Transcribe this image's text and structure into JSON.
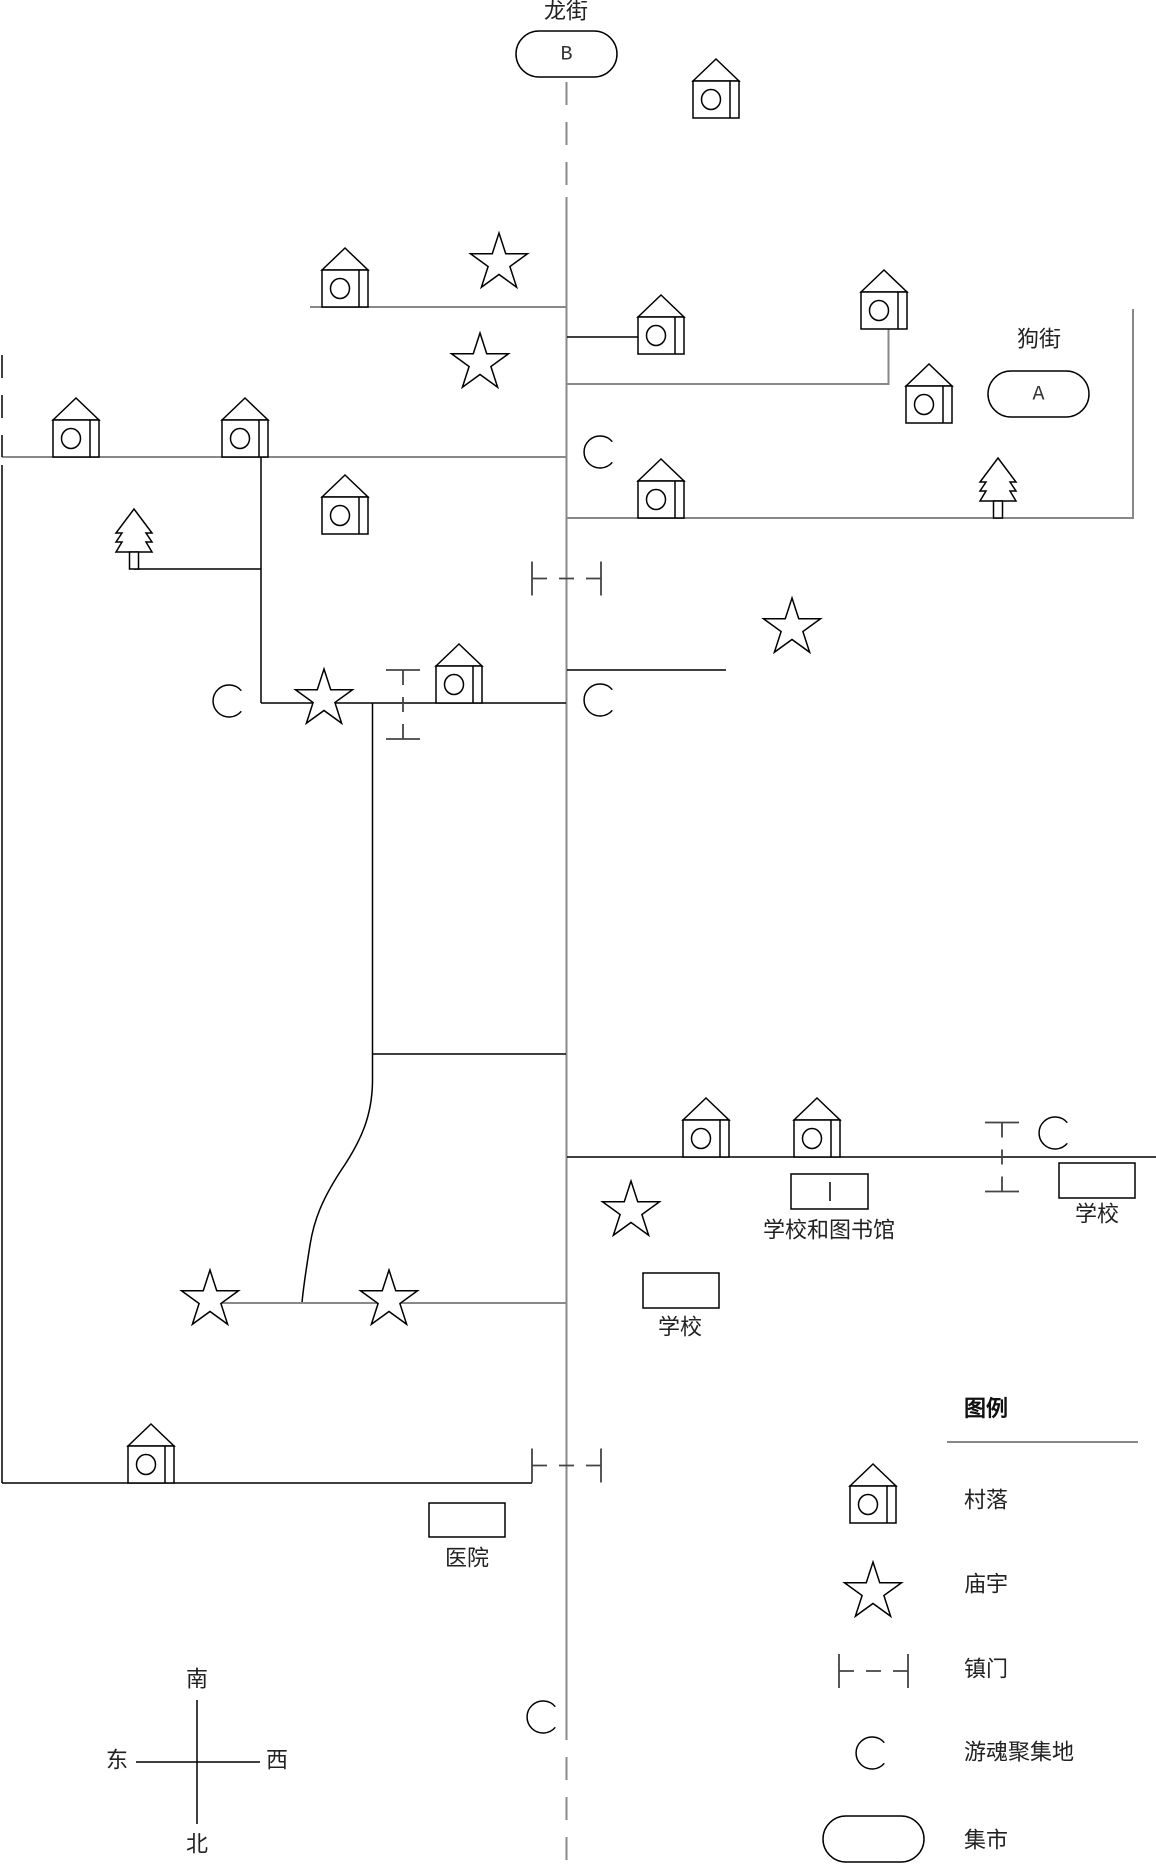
{
  "colors": {
    "ink": "#000000",
    "road": "#888888",
    "gate": "#444444",
    "background": "#ffffff"
  },
  "markets": {
    "dragon_street": {
      "name": "龙街",
      "code": "B"
    },
    "dog_street": {
      "name": "狗街",
      "code": "A"
    }
  },
  "facilities": {
    "school_and_library": "学校和图书馆",
    "school_east": "学校",
    "school_center": "学校",
    "hospital": "医院"
  },
  "compass": {
    "top": "南",
    "left": "东",
    "right": "西",
    "bottom": "北"
  },
  "legend": {
    "title": "图例",
    "items": [
      {
        "icon": "village-house-icon",
        "label": "村落"
      },
      {
        "icon": "temple-star-icon",
        "label": "庙宇"
      },
      {
        "icon": "town-gate-icon",
        "label": "镇门"
      },
      {
        "icon": "wandering-spirit-gathering-icon",
        "label": "游魂聚集地"
      },
      {
        "icon": "market-pill-icon",
        "label": "集市"
      }
    ]
  }
}
